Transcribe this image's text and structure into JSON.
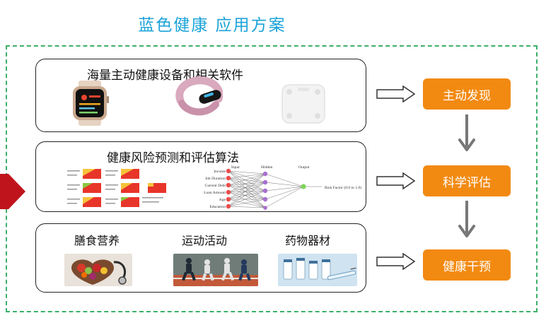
{
  "title": "蓝色健康 应用方案",
  "colors": {
    "title": "#1aa3d8",
    "frame": "#3db06b",
    "step_fill": "#f28a12",
    "accent_red": "#c0141d",
    "arrow_gray": "#777777"
  },
  "panels": {
    "devices": {
      "title": "海量主动健康设备和相关软件"
    },
    "algorithms": {
      "title": "健康风险预测和评估算法",
      "network": {
        "input_header": "Input",
        "hidden_header": "Hidden",
        "output_header": "Output",
        "inputs": [
          "Income",
          "Job Duration",
          "Current Debt",
          "Loan Amount",
          "Age",
          "Education"
        ],
        "output_label": "Risk Factor (0.0 to 1.0)"
      }
    },
    "interventions": {
      "categories": [
        "膳食营养",
        "运动活动",
        "药物器材"
      ]
    }
  },
  "steps": [
    "主动发现",
    "科学评估",
    "健康干预"
  ]
}
